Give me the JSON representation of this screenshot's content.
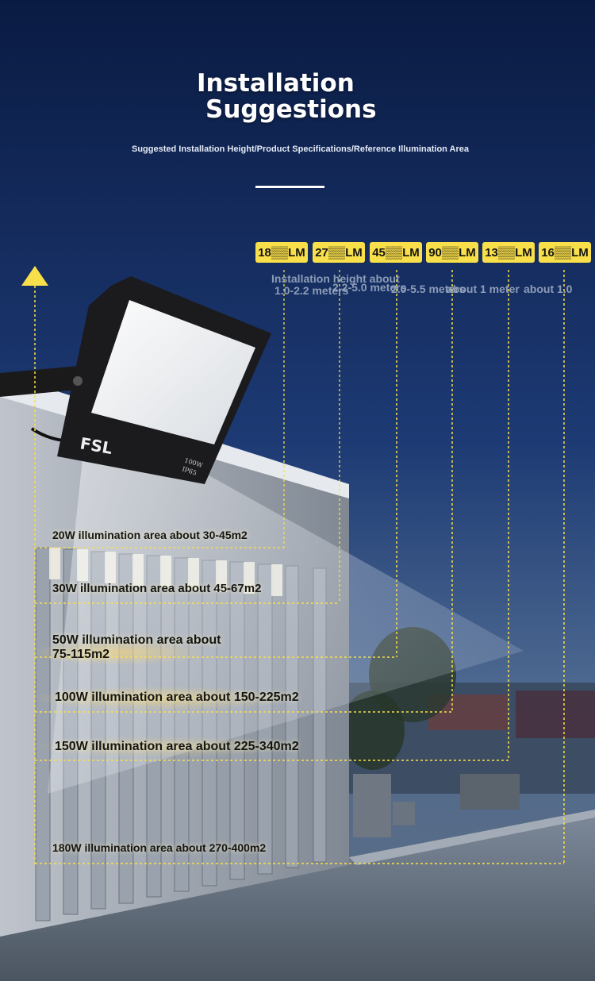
{
  "header": {
    "title_line1": "Installation",
    "title_line2": "Suggestions",
    "subtitle": "Suggested Installation Height/Product Specifications/Reference Illumination Area"
  },
  "product": {
    "brand": "FSL",
    "model_line1": "100W",
    "model_line2": "IP65"
  },
  "lumen_badges": [
    "18▒▒LM",
    "27▒▒LM",
    "45▒▒LM",
    "90▒▒LM",
    "13▒▒LM",
    "16▒▒LM"
  ],
  "height_notes": [
    "Installation height about",
    "1.0-2.2 meters",
    "2.2-5.0 meters",
    "2.0-5.5 meters",
    "about 1 meter",
    "about 1.0"
  ],
  "areas": [
    "20W illumination area about 30-45m2",
    "30W illumination area about 45-67m2",
    "50W illumination area about 75-115m2",
    "100W illumination area about 150-225m2",
    "150W illumination area about 225-340m2",
    "180W illumination area about 270-400m2"
  ],
  "colors": {
    "accent_yellow": "#f9df4a",
    "sky_top": "#0a1c45",
    "sky_bottom": "#3c5b8c",
    "title_white": "#ffffff"
  },
  "icons": {
    "height_arrow": "up-arrow-icon"
  }
}
